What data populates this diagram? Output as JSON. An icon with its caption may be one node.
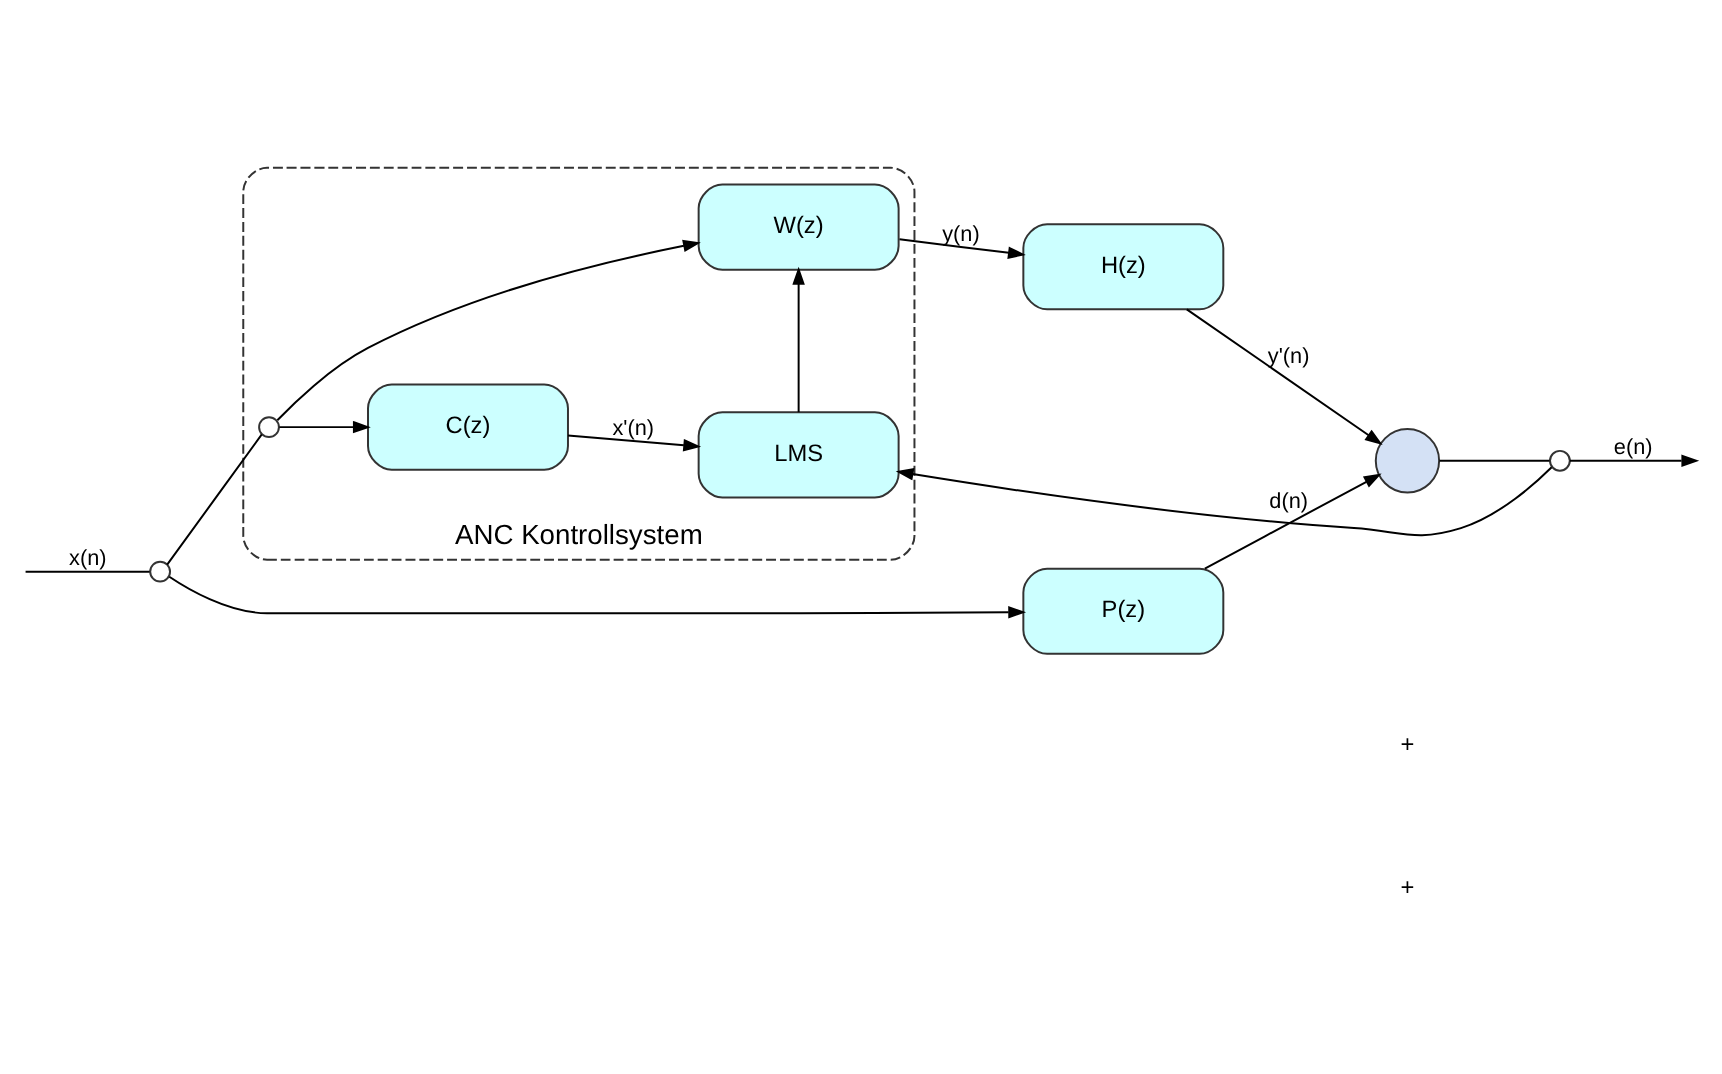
{
  "diagram": {
    "nodes": [
      {
        "text": [
          "ANC Kontrollsystem"
        ]
      },
      {
        "text": [],
        "shape": "circle"
      },
      {
        "text": [
          "P(z)"
        ]
      },
      {
        "text": [],
        "shape": "circle"
      },
      {
        "text": [],
        "shape": "circle"
      },
      {
        "text": [],
        "shape": "circle",
        "in": 0
      },
      {
        "text": [
          "W(z)"
        ],
        "in": 0
      },
      {
        "text": [
          "H(z)"
        ]
      },
      {
        "text": [
          "C(z)"
        ],
        "in": 0
      },
      {
        "text": [
          "LMS"
        ],
        "in": 0
      }
    ],
    "edges": [
      {
        "from": null,
        "to": 1,
        "arrow": "none",
        "label": "x(n)"
      },
      {
        "from": 1,
        "to": 2,
        "arrow": "to"
      },
      {
        "from": 2,
        "to": 3,
        "arrow": "to",
        "label": "d(n)"
      },
      {
        "from": 3,
        "to": 4,
        "arrow": "none"
      },
      {
        "from": 4,
        "to": null,
        "arrow": "to",
        "label": "e(n)"
      },
      {
        "from": 1,
        "to": 5,
        "arrow": "none"
      },
      {
        "from": 5,
        "to": 6,
        "arrow": "to"
      },
      {
        "from": 5,
        "to": 8,
        "arrow": "to"
      },
      {
        "from": 6,
        "to": 7,
        "arrow": "to",
        "label": "y(n)"
      },
      {
        "from": 7,
        "to": 3,
        "arrow": "to",
        "label": "y'(n)"
      },
      {
        "from": 8,
        "to": 9,
        "arrow": "to",
        "label": "x'(n)"
      },
      {
        "from": 9,
        "to": 6,
        "arrow": "to"
      },
      {
        "from": 4,
        "to": 9,
        "arrow": "to"
      }
    ],
    "labels": [
      "+",
      "+"
    ]
  }
}
